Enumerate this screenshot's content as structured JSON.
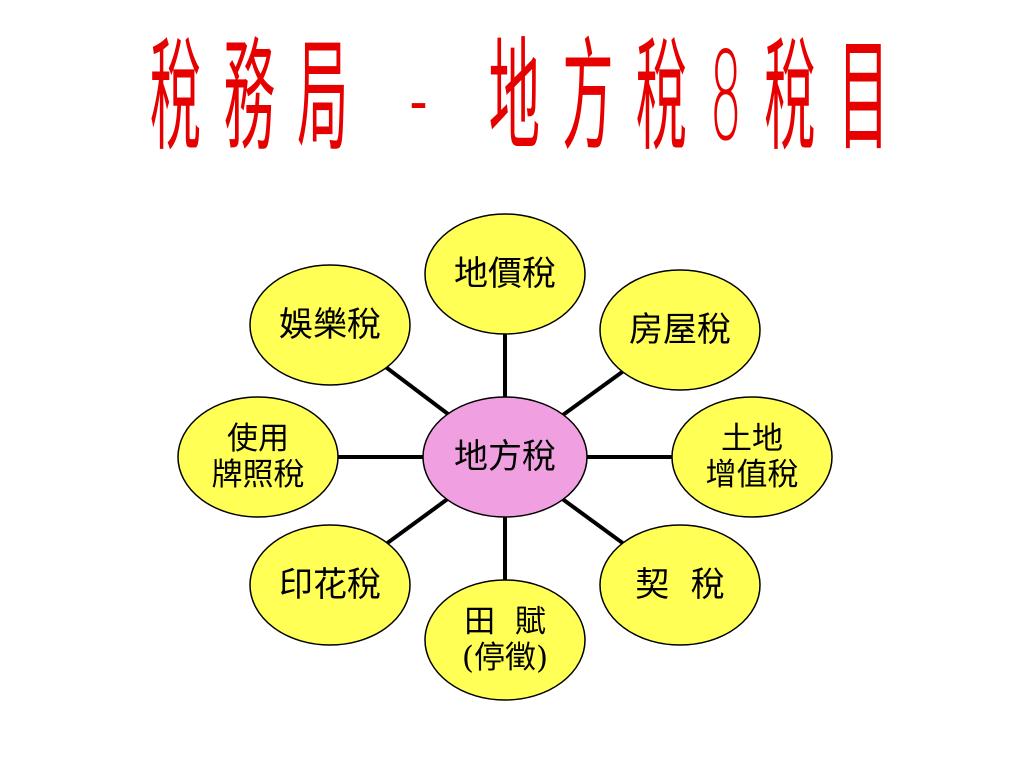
{
  "title": "稅務局 - 地方稅8稅目",
  "colors": {
    "title": "#e60000",
    "satellite_fill": "#ffff55",
    "center_fill": "#f0a0e0",
    "connector": "#000000"
  },
  "center": {
    "label": "地方稅"
  },
  "nodes": [
    {
      "id": "land-value-tax",
      "lines": [
        "地價稅"
      ]
    },
    {
      "id": "house-tax",
      "lines": [
        "房屋稅"
      ]
    },
    {
      "id": "land-value-increment-tax",
      "lines": [
        "土地",
        "增值稅"
      ]
    },
    {
      "id": "deed-tax",
      "lines": [
        "契  稅"
      ]
    },
    {
      "id": "land-tax",
      "lines": [
        "田  賦",
        "(停徵)"
      ]
    },
    {
      "id": "stamp-tax",
      "lines": [
        "印花稅"
      ]
    },
    {
      "id": "vehicle-license-tax",
      "lines": [
        "使用",
        "牌照稅"
      ]
    },
    {
      "id": "amusement-tax",
      "lines": [
        "娛樂稅"
      ]
    }
  ]
}
